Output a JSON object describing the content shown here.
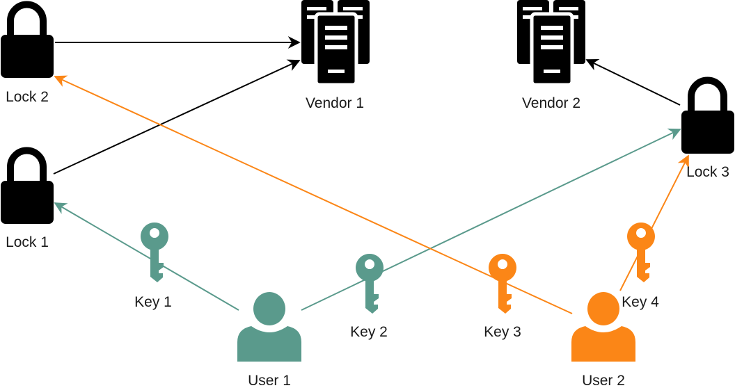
{
  "colors": {
    "black": "#000000",
    "teal": "#5a9a8c",
    "orange": "#fb8617",
    "label_text": "#1a1a1a"
  },
  "icons": {
    "lock": "lock-icon",
    "server": "server-rack-icon",
    "key": "key-icon",
    "user": "user-icon"
  },
  "labels": {
    "lock2": "Lock 2",
    "lock1": "Lock 1",
    "lock3": "Lock 3",
    "vendor1": "Vendor 1",
    "vendor2": "Vendor 2",
    "key1": "Key 1",
    "key2": "Key 2",
    "key3": "Key 3",
    "key4": "Key 4",
    "user1": "User 1",
    "user2": "User 2"
  },
  "connections": [
    {
      "from": "Lock 2",
      "to": "Vendor 1",
      "color": "black"
    },
    {
      "from": "Lock 1",
      "to": "Vendor 1",
      "color": "black"
    },
    {
      "from": "Lock 3",
      "to": "Vendor 2",
      "color": "black"
    },
    {
      "from": "User 1",
      "to": "Lock 1",
      "color": "teal",
      "via": "Key 1"
    },
    {
      "from": "User 1",
      "to": "Lock 3",
      "color": "teal",
      "via": "Key 2"
    },
    {
      "from": "User 2",
      "to": "Lock 2",
      "color": "orange",
      "via": "Key 3"
    },
    {
      "from": "User 2",
      "to": "Lock 3",
      "color": "orange",
      "via": "Key 4"
    }
  ]
}
